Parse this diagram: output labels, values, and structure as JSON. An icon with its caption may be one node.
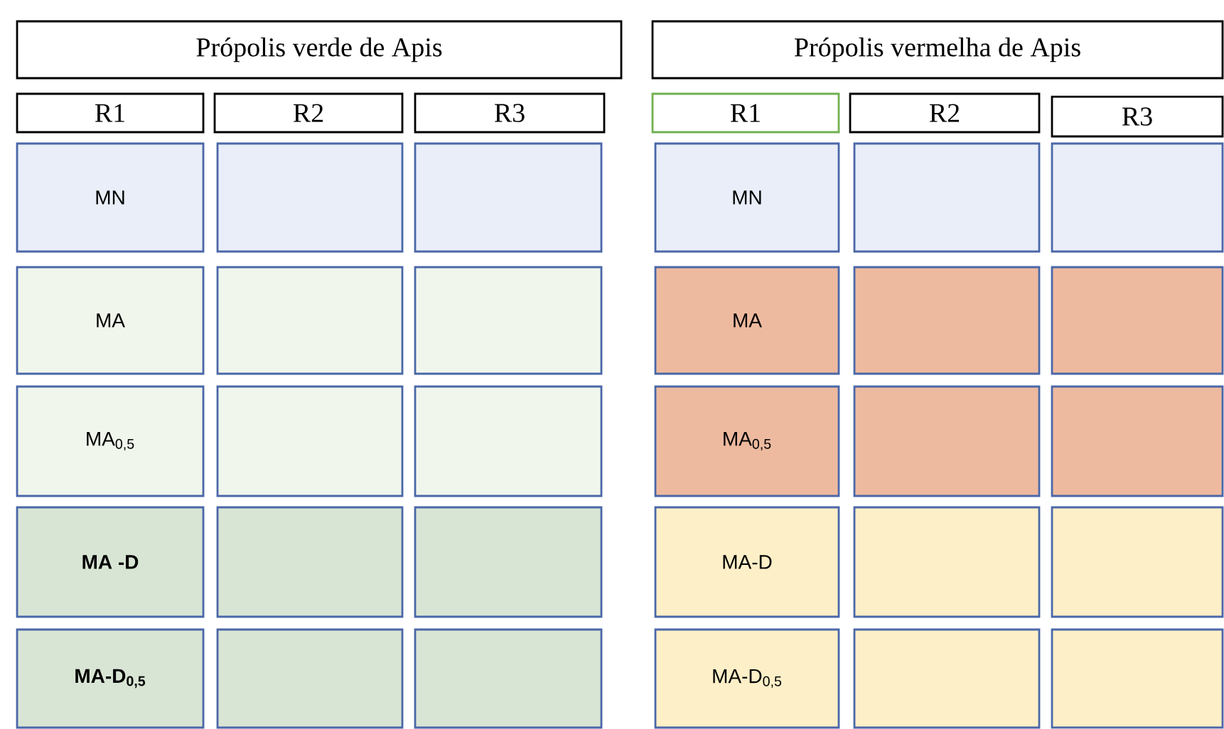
{
  "diagram": {
    "nodes": [
      {
        "text": [
          "Própolis verde de Apis"
        ]
      },
      {
        "text": [
          "R1"
        ]
      },
      {
        "text": [
          "R2"
        ]
      },
      {
        "text": [
          "R3"
        ]
      },
      {
        "text": [
          "MN"
        ]
      },
      {
        "text": [],
        "shape": "box"
      },
      {
        "text": [],
        "shape": "box"
      },
      {
        "text": [
          "MA"
        ]
      },
      {
        "text": [],
        "shape": "box"
      },
      {
        "text": [],
        "shape": "box"
      },
      {
        "text": [
          "MA$_{0,5}$"
        ]
      },
      {
        "text": [],
        "shape": "box"
      },
      {
        "text": [],
        "shape": "box"
      },
      {
        "text": [
          "MA -D"
        ]
      },
      {
        "text": [],
        "shape": "box"
      },
      {
        "text": [],
        "shape": "box"
      },
      {
        "text": [
          "MA-D$_{0,5}$"
        ]
      },
      {
        "text": [],
        "shape": "box"
      },
      {
        "text": [],
        "shape": "box"
      },
      {
        "text": [
          "Própolis vermelha de Apis"
        ]
      },
      {
        "text": [
          "R1"
        ]
      },
      {
        "text": [
          "R2"
        ]
      },
      {
        "text": [
          "R3"
        ]
      },
      {
        "text": [
          "MN"
        ]
      },
      {
        "text": [],
        "shape": "box"
      },
      {
        "text": [],
        "shape": "box"
      },
      {
        "text": [
          "MA"
        ]
      },
      {
        "text": [],
        "shape": "box"
      },
      {
        "text": [],
        "shape": "box"
      },
      {
        "text": [
          "MA$_{0,5}$"
        ]
      },
      {
        "text": [],
        "shape": "box"
      },
      {
        "text": [],
        "shape": "box"
      },
      {
        "text": [
          "MA-D"
        ]
      },
      {
        "text": [],
        "shape": "box"
      },
      {
        "text": [],
        "shape": "box"
      },
      {
        "text": [
          "MA-D$_{0,5}$"
        ]
      },
      {
        "text": [],
        "shape": "box"
      },
      {
        "text": [],
        "shape": "box"
      }
    ]
  }
}
